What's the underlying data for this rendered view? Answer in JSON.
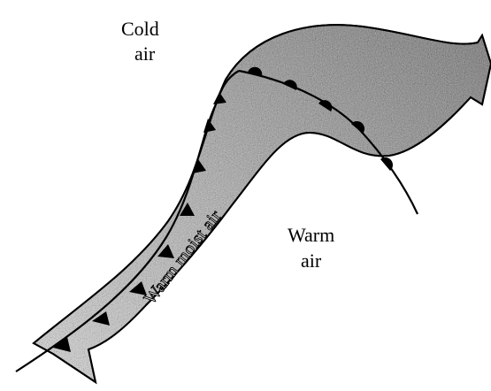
{
  "labels": {
    "cold_air_line1": "Cold",
    "cold_air_line2": "air",
    "warm_air_line1": "Warm",
    "warm_air_line2": "air",
    "band": "Warm moist air"
  },
  "colors": {
    "ink": "#000000",
    "background": "#ffffff",
    "band_fill_light": "#d8d8d8",
    "band_fill_dark": "#7a7a7a"
  },
  "symbols": {
    "cold_front": "triangle-marks",
    "warm_front": "semicircle-marks"
  }
}
